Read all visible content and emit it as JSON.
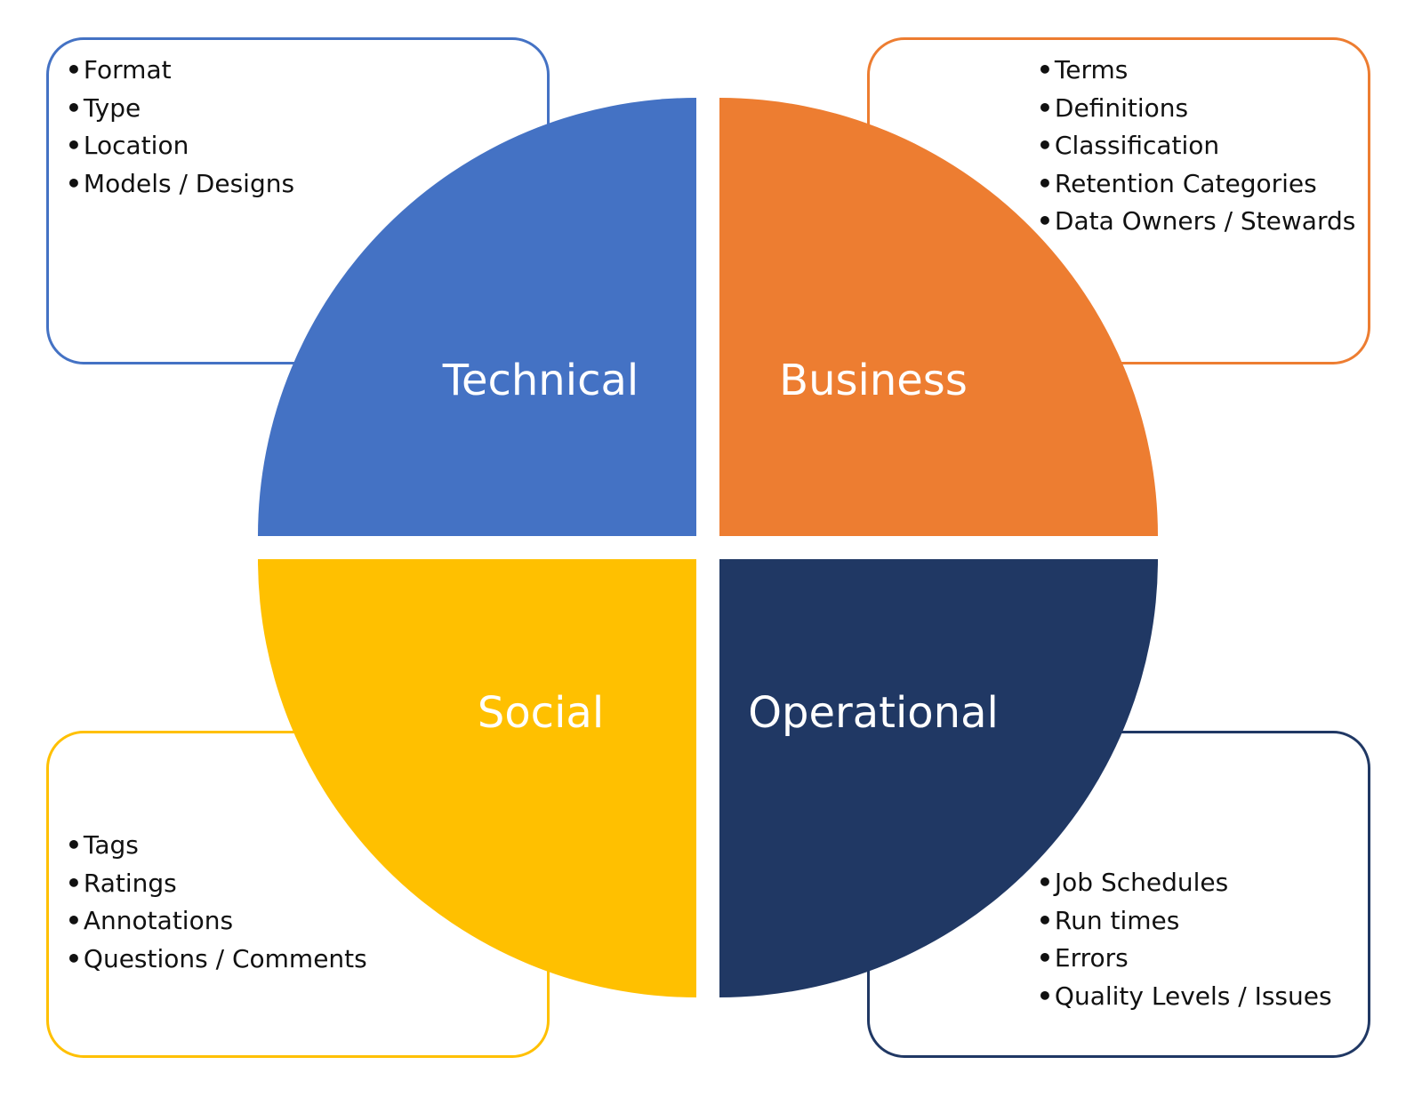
{
  "colors": {
    "technical": "#4472C4",
    "business": "#ED7D31",
    "social": "#FFC000",
    "operational": "#203864"
  },
  "segments": {
    "technical": {
      "label": "Technical",
      "items": [
        "Format",
        "Type",
        "Location",
        "Models / Designs"
      ]
    },
    "business": {
      "label": "Business",
      "items": [
        "Terms",
        "Definitions",
        "Classification",
        "Retention Categories",
        "Data Owners / Stewards"
      ]
    },
    "social": {
      "label": "Social",
      "items": [
        "Tags",
        "Ratings",
        "Annotations",
        "Questions / Comments"
      ]
    },
    "operational": {
      "label": "Operational",
      "items": [
        "Job Schedules",
        "Run times",
        "Errors",
        "Quality Levels / Issues"
      ]
    }
  }
}
